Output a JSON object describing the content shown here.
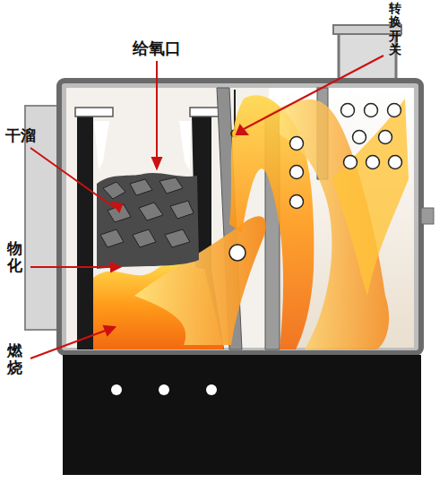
{
  "diagram": {
    "labels": [
      "给氧口",
      "转换开关",
      "干溜",
      "物化",
      "燃烧"
    ]
  }
}
